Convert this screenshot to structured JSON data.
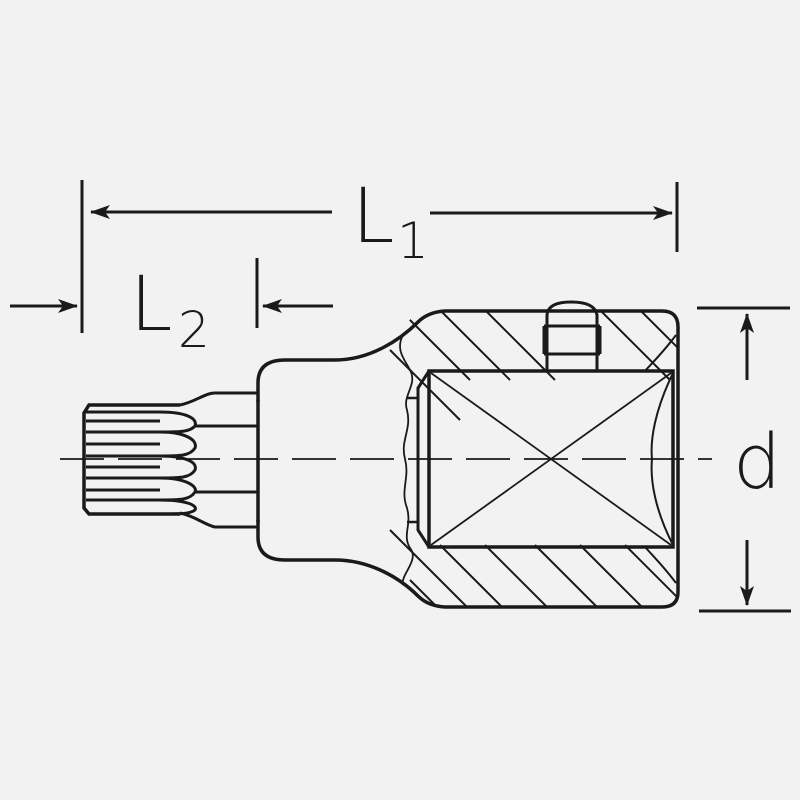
{
  "drawing": {
    "subject": "socket bit with spline tip (cross-section)",
    "background": "#f2f2f2",
    "line_color": "#1a1a1a"
  },
  "dimensions": {
    "L1": {
      "letter": "L",
      "subscript": "1"
    },
    "L2": {
      "letter": "L",
      "subscript": "2"
    },
    "d": {
      "letter": "d"
    }
  }
}
